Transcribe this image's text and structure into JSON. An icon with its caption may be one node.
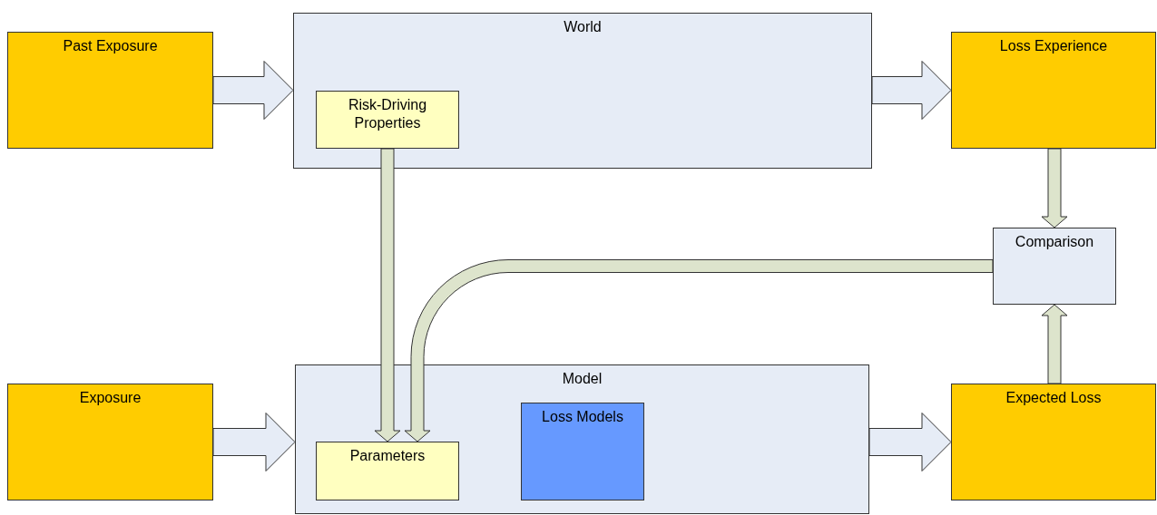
{
  "diagram": {
    "nodes": [
      {
        "text": [
          "Past Exposure"
        ]
      },
      {
        "text": [
          "World"
        ]
      },
      {
        "text": [
          "Risk-Driving Properties"
        ],
        "in": 1
      },
      {
        "text": [
          "Loss Experience"
        ]
      },
      {
        "text": [
          "Comparison"
        ]
      },
      {
        "text": [
          "Exposure"
        ]
      },
      {
        "text": [
          "Model"
        ]
      },
      {
        "text": [
          "Parameters"
        ],
        "in": 6
      },
      {
        "text": [
          "Loss Models"
        ],
        "in": 6
      },
      {
        "text": [
          "Expected Loss"
        ]
      }
    ],
    "edges": [
      {
        "from": 0,
        "to": 1,
        "arrow": "to"
      },
      {
        "from": 1,
        "to": 3,
        "arrow": "to"
      },
      {
        "from": 2,
        "to": 7,
        "arrow": "to",
        "color": "#dde4cc"
      },
      {
        "from": 3,
        "to": 4,
        "arrow": "to",
        "color": "#dde4cc"
      },
      {
        "from": 4,
        "to": 7,
        "arrow": "to",
        "color": "#dde4cc"
      },
      {
        "from": 5,
        "to": 6,
        "arrow": "to"
      },
      {
        "from": 6,
        "to": 9,
        "arrow": "to"
      },
      {
        "from": 9,
        "to": 4,
        "arrow": "to",
        "color": "#dde4cc"
      }
    ]
  }
}
